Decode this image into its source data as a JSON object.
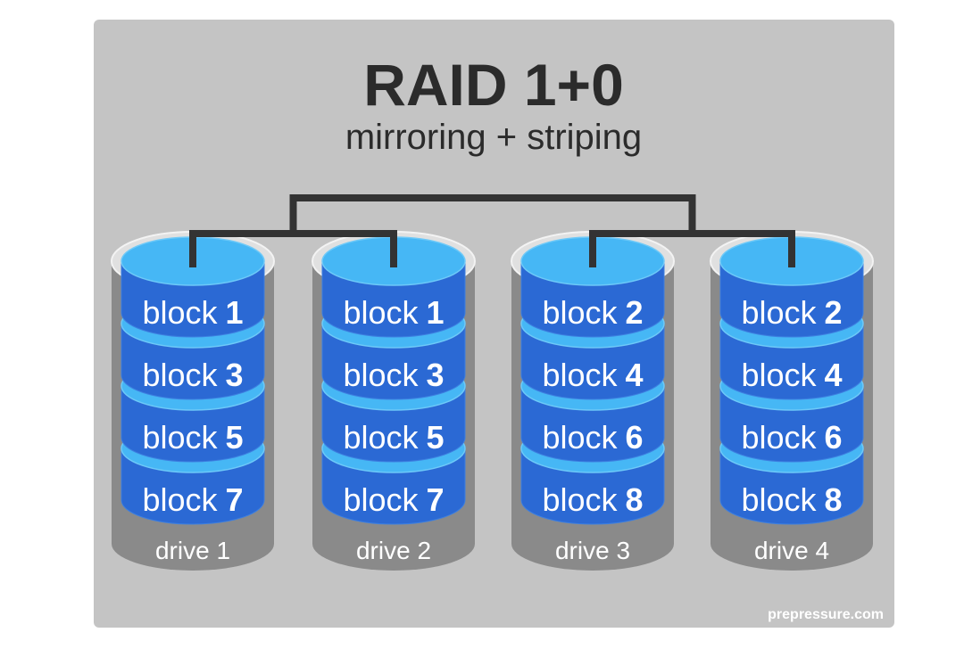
{
  "title": "RAID 1+0",
  "subtitle": "mirroring + striping",
  "watermark": "prepressure.com",
  "colors": {
    "panel": "#c4c4c4",
    "title_text": "#2b2b2b",
    "drive_body": "#8a8a8a",
    "drive_rim": "#e0e0e0",
    "disk_top": "#46b7f5",
    "disk_side": "#2b69d4",
    "connector": "#333333",
    "label_text": "#ffffff"
  },
  "drives": [
    {
      "label": "drive 1",
      "blocks": [
        {
          "word": "block",
          "number": "1"
        },
        {
          "word": "block",
          "number": "3"
        },
        {
          "word": "block",
          "number": "5"
        },
        {
          "word": "block",
          "number": "7"
        }
      ]
    },
    {
      "label": "drive 2",
      "blocks": [
        {
          "word": "block",
          "number": "1"
        },
        {
          "word": "block",
          "number": "3"
        },
        {
          "word": "block",
          "number": "5"
        },
        {
          "word": "block",
          "number": "7"
        }
      ]
    },
    {
      "label": "drive 3",
      "blocks": [
        {
          "word": "block",
          "number": "2"
        },
        {
          "word": "block",
          "number": "4"
        },
        {
          "word": "block",
          "number": "6"
        },
        {
          "word": "block",
          "number": "8"
        }
      ]
    },
    {
      "label": "drive 4",
      "blocks": [
        {
          "word": "block",
          "number": "2"
        },
        {
          "word": "block",
          "number": "4"
        },
        {
          "word": "block",
          "number": "6"
        },
        {
          "word": "block",
          "number": "8"
        }
      ]
    }
  ]
}
